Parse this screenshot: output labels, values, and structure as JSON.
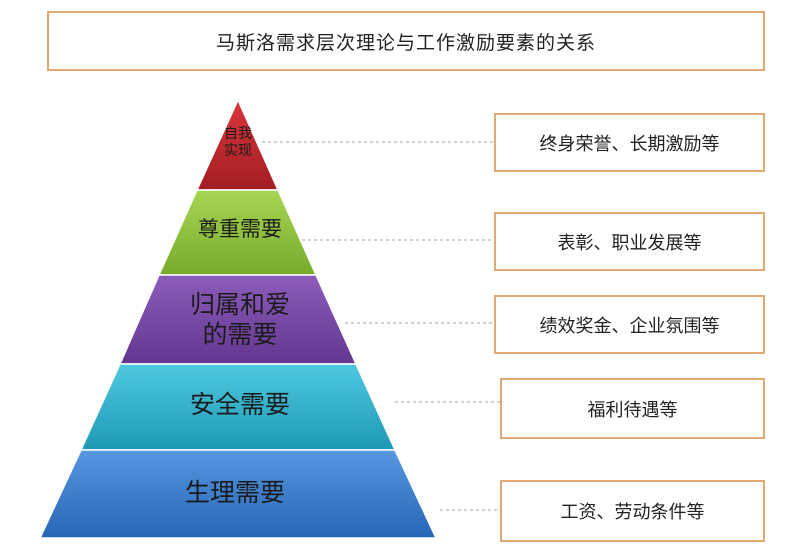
{
  "title": "马斯洛需求层次理论与工作激励要素的关系",
  "levels": [
    {
      "name": "自我\n实现",
      "incentive": "终身荣誉、长期激励等",
      "color": "#c2262c"
    },
    {
      "name": "尊重需要",
      "incentive": "表彰、职业发展等",
      "color": "#8fc23a"
    },
    {
      "name": "归属和爱\n的需要",
      "incentive": "绩效奖金、企业氛围等",
      "color": "#7a4aa7"
    },
    {
      "name": "安全需要",
      "incentive": "福利待遇等",
      "color": "#2eb4cf"
    },
    {
      "name": "生理需要",
      "incentive": "工资、劳动条件等",
      "color": "#3b80cf"
    }
  ]
}
